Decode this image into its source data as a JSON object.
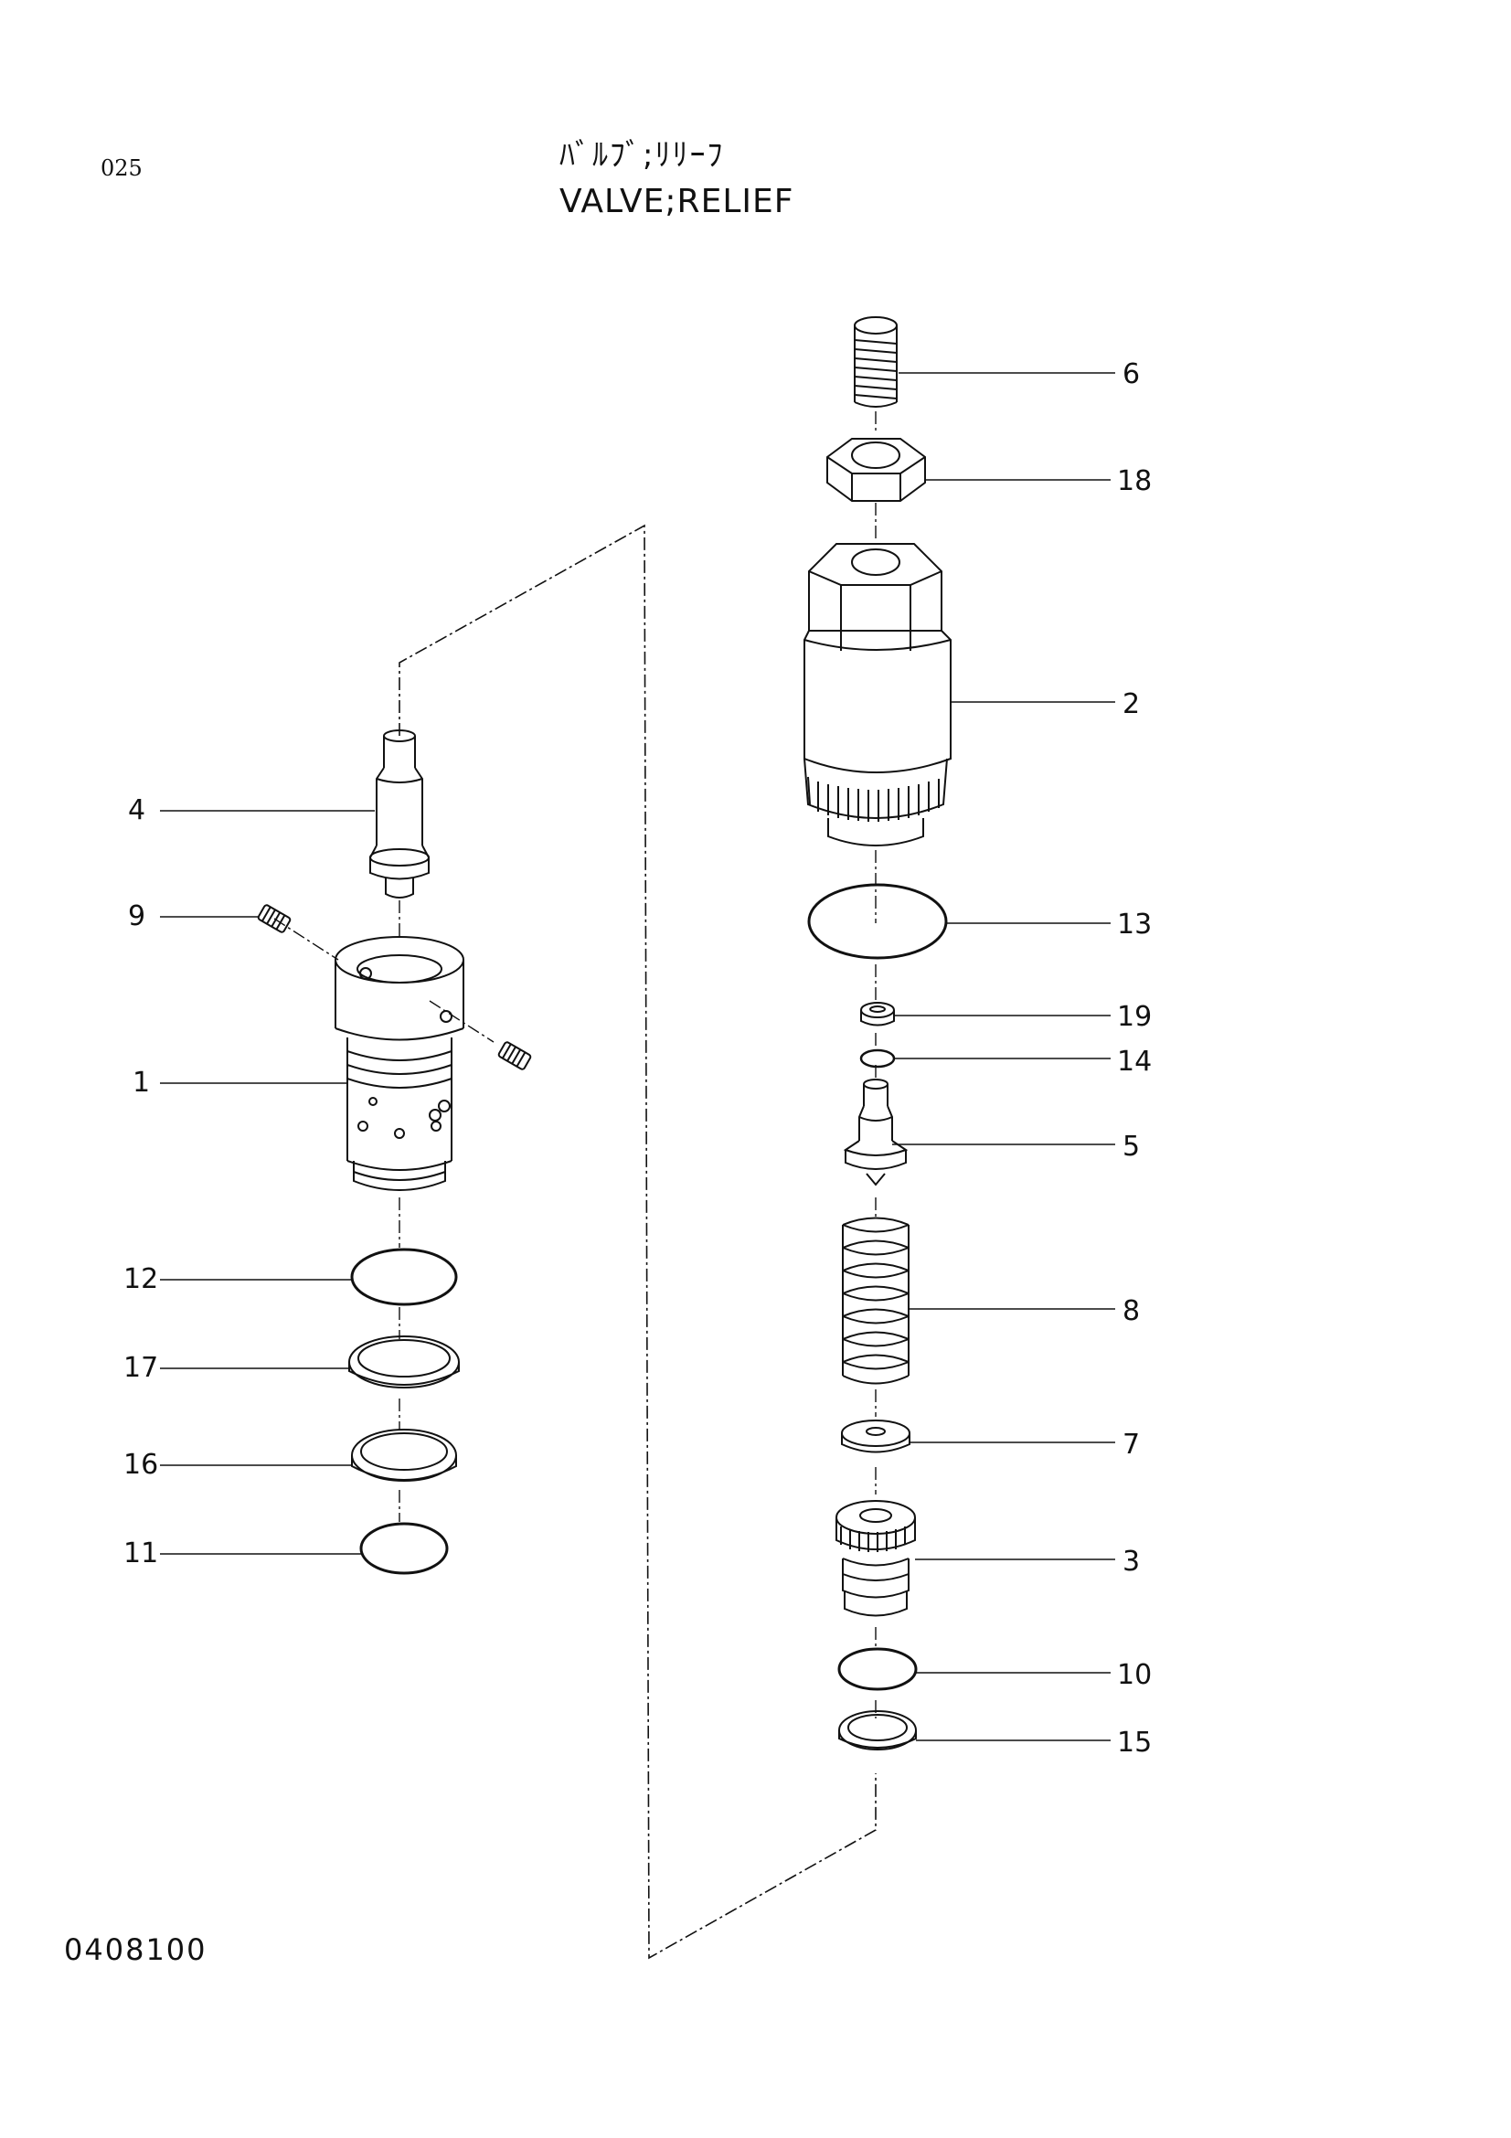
{
  "header": {
    "page_code": "025",
    "title_jp": "ﾊﾞﾙﾌﾞ;ﾘﾘｰﾌ",
    "title_en": "VALVE;RELIEF"
  },
  "footer": {
    "drawing_number": "0408100"
  },
  "callouts": {
    "left": [
      "4",
      "9",
      "1",
      "12",
      "17",
      "16",
      "11"
    ],
    "right": [
      "6",
      "18",
      "2",
      "13",
      "19",
      "14",
      "5",
      "8",
      "7",
      "3",
      "10",
      "15"
    ]
  }
}
